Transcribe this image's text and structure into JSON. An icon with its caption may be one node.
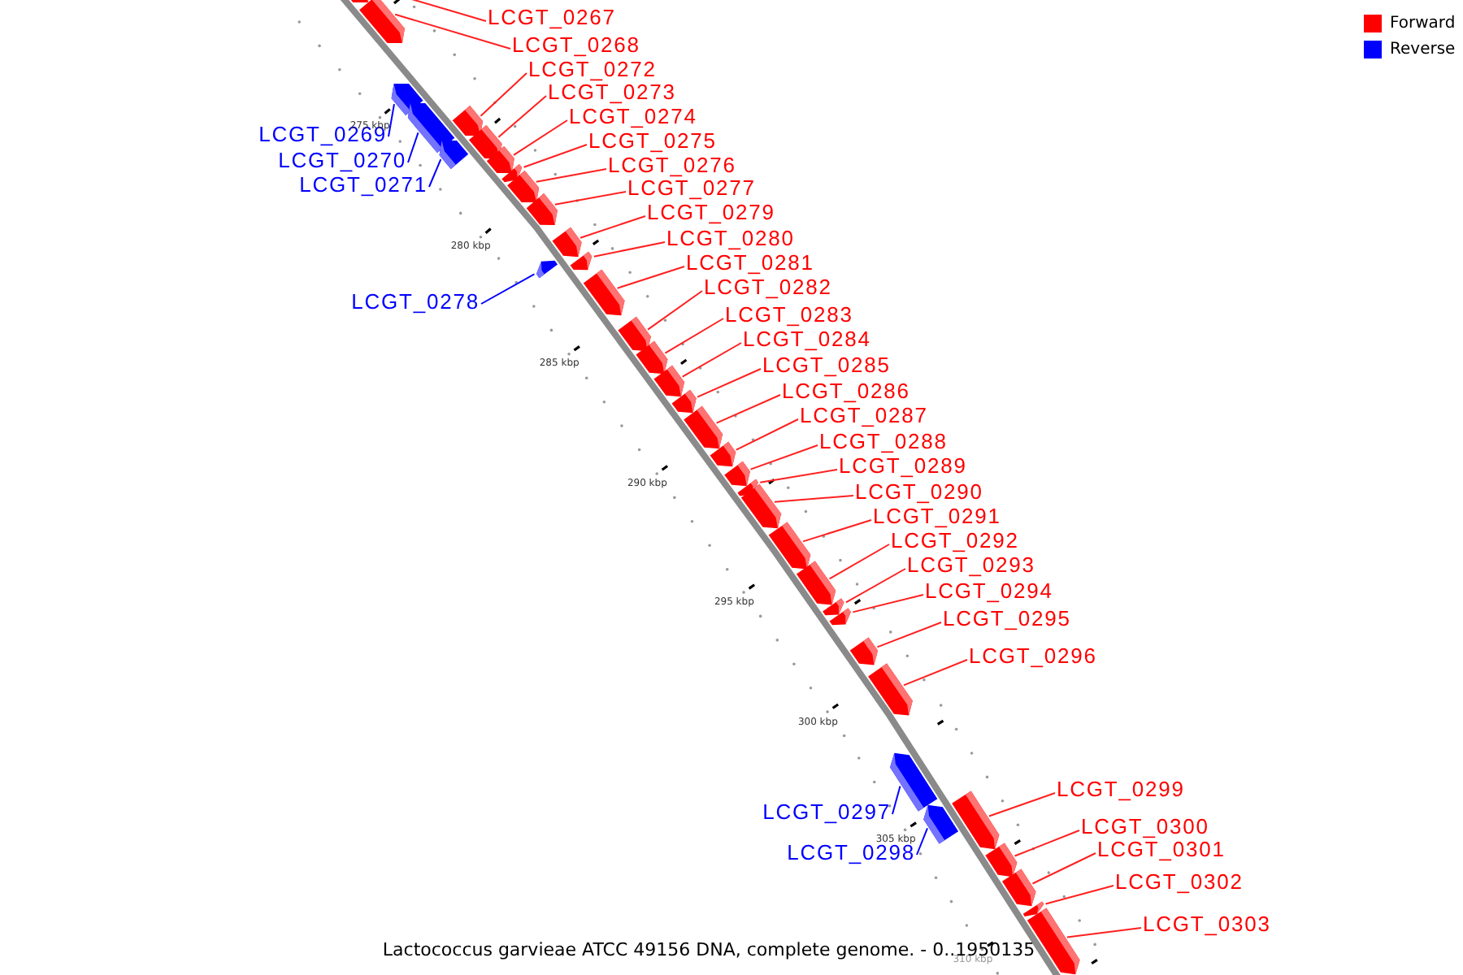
{
  "diagram": {
    "caption": "Lactococcus garvieae ATCC 49156 DNA, complete genome. - 0..1950135",
    "nodes": [
      {
        "text": [
          "LCGT_0267"
        ]
      },
      {
        "text": [],
        "shape": "bar"
      },
      {
        "text": [
          "LCGT_0268"
        ]
      },
      {
        "text": [],
        "shape": "bar"
      },
      {
        "text": [
          "LCGT_0269"
        ]
      },
      {
        "text": [],
        "shape": "bar"
      },
      {
        "text": [
          "LCGT_0270"
        ]
      },
      {
        "text": [],
        "shape": "bar"
      },
      {
        "text": [
          "LCGT_0271"
        ]
      },
      {
        "text": [],
        "shape": "bar"
      },
      {
        "text": [
          "LCGT_0272"
        ]
      },
      {
        "text": [],
        "shape": "bar"
      },
      {
        "text": [
          "LCGT_0273"
        ]
      },
      {
        "text": [],
        "shape": "bar"
      },
      {
        "text": [
          "LCGT_0274"
        ]
      },
      {
        "text": [],
        "shape": "bar"
      },
      {
        "text": [
          "LCGT_0275"
        ]
      },
      {
        "text": [],
        "shape": "bar"
      },
      {
        "text": [
          "LCGT_0276"
        ]
      },
      {
        "text": [],
        "shape": "bar"
      },
      {
        "text": [
          "LCGT_0277"
        ]
      },
      {
        "text": [],
        "shape": "bar"
      },
      {
        "text": [
          "LCGT_0278"
        ]
      },
      {
        "text": [],
        "shape": "bar"
      },
      {
        "text": [
          "LCGT_0279"
        ]
      },
      {
        "text": [],
        "shape": "bar"
      },
      {
        "text": [
          "LCGT_0280"
        ]
      },
      {
        "text": [],
        "shape": "bar"
      },
      {
        "text": [
          "LCGT_0281"
        ]
      },
      {
        "text": [],
        "shape": "bar"
      },
      {
        "text": [
          "LCGT_0282"
        ]
      },
      {
        "text": [],
        "shape": "bar"
      },
      {
        "text": [
          "LCGT_0283"
        ]
      },
      {
        "text": [],
        "shape": "bar"
      },
      {
        "text": [
          "LCGT_0284"
        ]
      },
      {
        "text": [],
        "shape": "bar"
      },
      {
        "text": [
          "LCGT_0285"
        ]
      },
      {
        "text": [],
        "shape": "bar"
      },
      {
        "text": [
          "LCGT_0286"
        ]
      },
      {
        "text": [],
        "shape": "bar"
      },
      {
        "text": [
          "LCGT_0287"
        ]
      },
      {
        "text": [],
        "shape": "bar"
      },
      {
        "text": [
          "LCGT_0288"
        ]
      },
      {
        "text": [],
        "shape": "bar"
      },
      {
        "text": [
          "LCGT_0289"
        ]
      },
      {
        "text": [],
        "shape": "bar"
      },
      {
        "text": [
          "LCGT_0290"
        ]
      },
      {
        "text": [],
        "shape": "bar"
      },
      {
        "text": [
          "LCGT_0291"
        ]
      },
      {
        "text": [],
        "shape": "bar"
      },
      {
        "text": [
          "LCGT_0292"
        ]
      },
      {
        "text": [],
        "shape": "bar"
      },
      {
        "text": [
          "LCGT_0293"
        ]
      },
      {
        "text": [],
        "shape": "bar"
      },
      {
        "text": [
          "LCGT_0294"
        ]
      },
      {
        "text": [],
        "shape": "bar"
      },
      {
        "text": [
          "LCGT_0295"
        ]
      },
      {
        "text": [],
        "shape": "bar"
      },
      {
        "text": [
          "LCGT_0296"
        ]
      },
      {
        "text": [],
        "shape": "bar"
      },
      {
        "text": [
          "LCGT_0297"
        ]
      },
      {
        "text": [],
        "shape": "bar"
      },
      {
        "text": [
          "LCGT_0298"
        ]
      },
      {
        "text": [],
        "shape": "bar"
      },
      {
        "text": [
          "LCGT_0299"
        ]
      },
      {
        "text": [],
        "shape": "bar"
      },
      {
        "text": [
          "LCGT_0300"
        ]
      },
      {
        "text": [],
        "shape": "bar"
      },
      {
        "text": [
          "LCGT_0301"
        ]
      },
      {
        "text": [],
        "shape": "bar"
      },
      {
        "text": [
          "LCGT_0302"
        ]
      },
      {
        "text": [],
        "shape": "bar"
      },
      {
        "text": [
          "LCGT_0303"
        ]
      },
      {
        "text": [],
        "shape": "bar"
      }
    ],
    "edges": [
      {
        "from": 0,
        "to": 1,
        "arrow": "none"
      },
      {
        "from": 2,
        "to": 3,
        "arrow": "none"
      },
      {
        "from": 4,
        "to": 5,
        "arrow": "none",
        "color": "#0000ff"
      },
      {
        "from": 6,
        "to": 7,
        "arrow": "none",
        "color": "#0000ff"
      },
      {
        "from": 8,
        "to": 9,
        "arrow": "none",
        "color": "#0000ff"
      },
      {
        "from": 10,
        "to": 11,
        "arrow": "none"
      },
      {
        "from": 12,
        "to": 13,
        "arrow": "none"
      },
      {
        "from": 14,
        "to": 15,
        "arrow": "none"
      },
      {
        "from": 16,
        "to": 17,
        "arrow": "none"
      },
      {
        "from": 18,
        "to": 19,
        "arrow": "none"
      },
      {
        "from": 20,
        "to": 21,
        "arrow": "none"
      },
      {
        "from": 22,
        "to": 23,
        "arrow": "none",
        "color": "#0000ff"
      },
      {
        "from": 24,
        "to": 25,
        "arrow": "none"
      },
      {
        "from": 26,
        "to": 27,
        "arrow": "none"
      },
      {
        "from": 28,
        "to": 29,
        "arrow": "none"
      },
      {
        "from": 30,
        "to": 31,
        "arrow": "none"
      },
      {
        "from": 32,
        "to": 33,
        "arrow": "none"
      },
      {
        "from": 34,
        "to": 35,
        "arrow": "none"
      },
      {
        "from": 36,
        "to": 37,
        "arrow": "none"
      },
      {
        "from": 38,
        "to": 39,
        "arrow": "none"
      },
      {
        "from": 40,
        "to": 41,
        "arrow": "none"
      },
      {
        "from": 42,
        "to": 43,
        "arrow": "none"
      },
      {
        "from": 44,
        "to": 45,
        "arrow": "none"
      },
      {
        "from": 46,
        "to": 47,
        "arrow": "none"
      },
      {
        "from": 48,
        "to": 49,
        "arrow": "none"
      },
      {
        "from": 50,
        "to": 51,
        "arrow": "none"
      },
      {
        "from": 52,
        "to": 53,
        "arrow": "none"
      },
      {
        "from": 54,
        "to": 55,
        "arrow": "none"
      },
      {
        "from": 56,
        "to": 57,
        "arrow": "none"
      },
      {
        "from": 58,
        "to": 59,
        "arrow": "none"
      },
      {
        "from": 60,
        "to": 61,
        "arrow": "none",
        "color": "#0000ff"
      },
      {
        "from": 62,
        "to": 63,
        "arrow": "none",
        "color": "#0000ff"
      },
      {
        "from": 64,
        "to": 65,
        "arrow": "none"
      },
      {
        "from": 66,
        "to": 67,
        "arrow": "none"
      },
      {
        "from": 68,
        "to": 69,
        "arrow": "none"
      },
      {
        "from": 70,
        "to": 71,
        "arrow": "none"
      },
      {
        "from": 72,
        "to": 73,
        "arrow": "none"
      }
    ],
    "labels": [
      "275 kbp",
      "280 kbp",
      "285 kbp",
      "290 kbp",
      "295 kbp",
      "300 kbp",
      "305 kbp",
      "310 kbp"
    ],
    "legend": [
      {
        "text": "Forward",
        "color": "#ff0000"
      },
      {
        "text": "Reverse",
        "color": "#0000ff"
      }
    ]
  }
}
